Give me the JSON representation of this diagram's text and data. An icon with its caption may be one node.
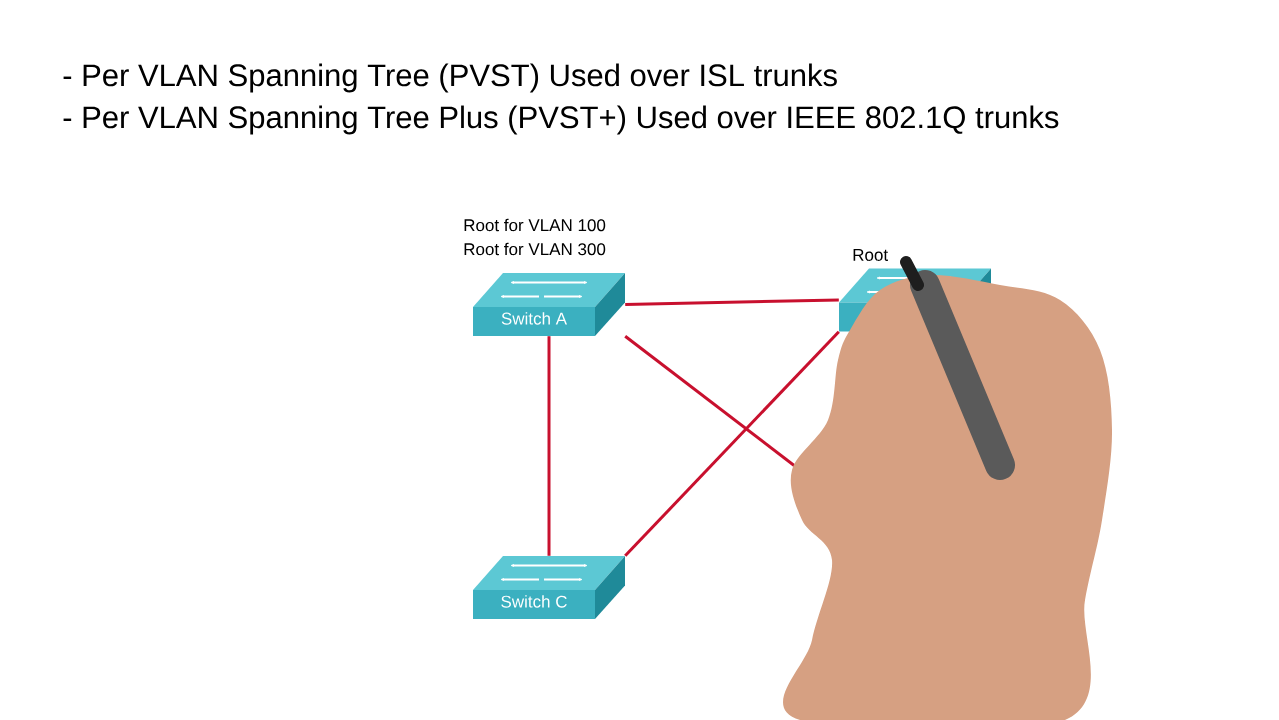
{
  "diagram": {
    "nodes": [
      {
        "text": [
          "Switch A"
        ],
        "beside": [
          "Root for VLAN 100",
          "Root for VLAN 300"
        ]
      },
      {
        "text": [],
        "shape": "box",
        "beside": [
          "Root"
        ]
      },
      {
        "text": [
          "Switch C"
        ]
      }
    ],
    "edges": [
      {
        "from": 0,
        "to": 1,
        "arrow": "none"
      },
      {
        "from": 0,
        "to": 2,
        "arrow": "none"
      },
      {
        "from": 0,
        "to": null,
        "arrow": "none"
      },
      {
        "from": 2,
        "to": 1,
        "arrow": "none"
      }
    ],
    "labels": [
      "- Per VLAN Spanning Tree (PVST) Used over ISL trunks",
      "- Per VLAN Spanning Tree Plus (PVST+) Used over IEEE 802.1Q trunks"
    ]
  }
}
